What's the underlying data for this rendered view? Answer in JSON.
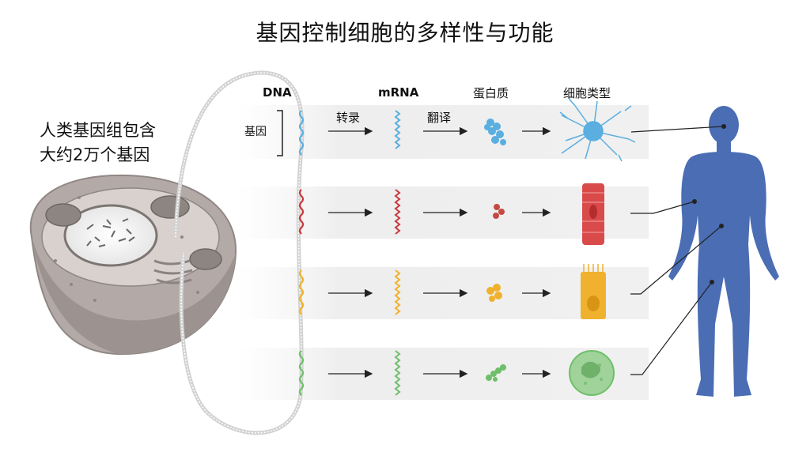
{
  "title": "基因控制细胞的多样性与功能",
  "intro": {
    "line1": "人类基因组包含",
    "line2": "大约2万个基因"
  },
  "columns": {
    "dna": "DNA",
    "mrna": "mRNA",
    "protein": "蛋白质",
    "cell_type": "细胞类型"
  },
  "steps": {
    "transcription": "转录",
    "translation": "翻译"
  },
  "gene_label": "基因",
  "colors": {
    "gene_blue": "#5aaee0",
    "gene_red": "#c9393b",
    "gene_yellow": "#f0b22e",
    "gene_green": "#6fbf6a",
    "body_blue": "#4a6db4",
    "cell_gray": "#a89f9c"
  },
  "rows": [
    {
      "name": "neuron-row",
      "color": "#5aaee0",
      "cell": "neuron"
    },
    {
      "name": "muscle-row",
      "color": "#d94a4a",
      "cell": "muscle-cell"
    },
    {
      "name": "epithelial-row",
      "color": "#f0b22e",
      "cell": "epithelial-cell"
    },
    {
      "name": "immune-row",
      "color": "#76c26f",
      "cell": "white-blood-cell"
    }
  ]
}
